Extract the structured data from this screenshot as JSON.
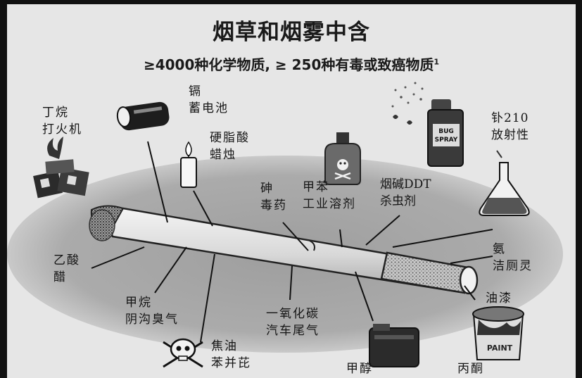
{
  "title": "烟草和烟雾中含",
  "subtitle": "≥4000种化学物质, ≥ 250种有毒或致癌物质",
  "subtitle_sup": "1",
  "labels": {
    "lighter": "丁烷\n打火机",
    "battery": "镉\n蓄电池",
    "candle": "硬脂酸\n蜡烛",
    "arsenic": "砷\n毒药",
    "toluene": "甲苯\n工业溶剂",
    "ddt": "烟碱DDT\n杀虫剂",
    "polonium": "钋210\n放射性",
    "acetic": "乙酸\n醋",
    "ammonia": "氨\n洁厕灵",
    "paint": "油漆",
    "methane": "甲烷\n阴沟臭气",
    "co": "一氧化碳\n汽车尾气",
    "tar": "焦油\n苯并芘",
    "methanol": "甲醇",
    "acetone": "丙酮"
  },
  "icons": {
    "spray_text_1": "BUG",
    "spray_text_2": "SPRAY",
    "paint_text": "PAINT"
  },
  "colors": {
    "background": "#e6e6e6",
    "ellipse": "#a9a9a9",
    "ink": "#151515"
  }
}
